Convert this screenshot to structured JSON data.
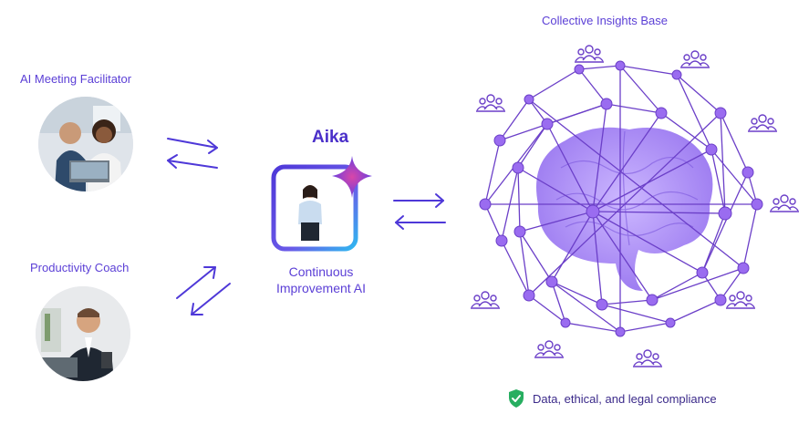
{
  "left_nodes": [
    {
      "label": "AI Meeting Facilitator",
      "avatar": "meeting-people-photo"
    },
    {
      "label": "Productivity Coach",
      "avatar": "businessman-photo"
    }
  ],
  "center": {
    "brand": "Aika",
    "caption_line1": "Continuous",
    "caption_line2": "Improvement AI",
    "avatar": "woman-assistant-photo"
  },
  "right": {
    "title": "Collective Insights Base",
    "compliance": "Data, ethical, and legal compliance",
    "icon": "brain-network-sphere"
  },
  "colors": {
    "accent": "#5b3fd6",
    "arrow": "#4e38d8",
    "network": "#6b3fc8",
    "node": "#9a6cf0",
    "brain": "#a98af5",
    "check": "#27ae60"
  }
}
